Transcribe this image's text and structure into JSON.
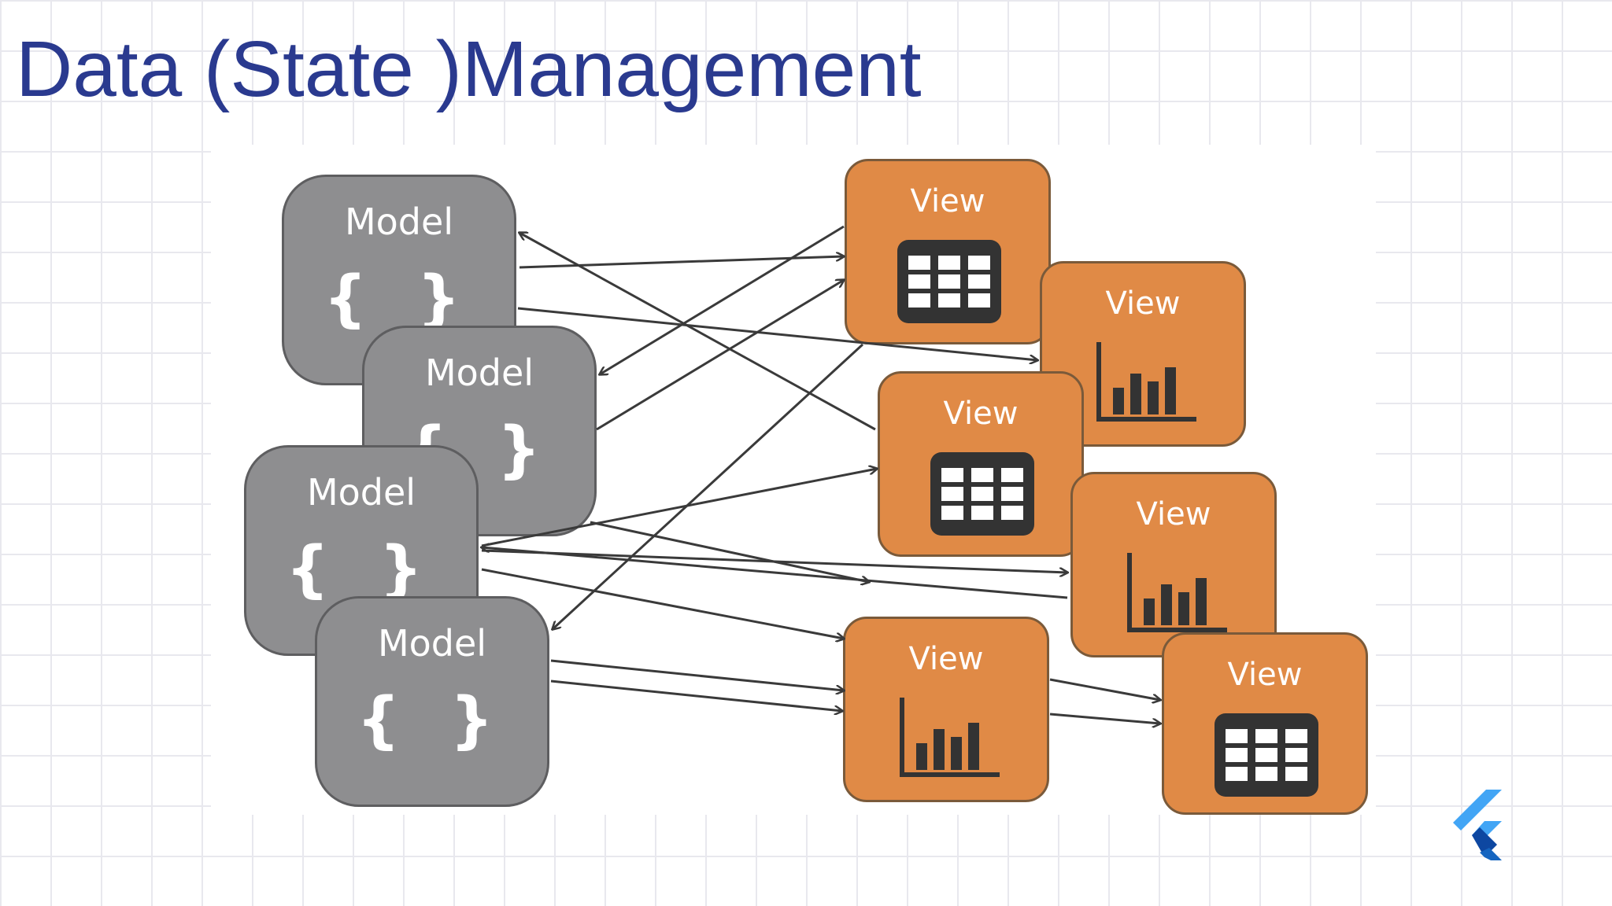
{
  "title": "Data (State )Management",
  "diagram": {
    "models": [
      {
        "label": "Model",
        "glyph": "{ }"
      },
      {
        "label": "Model",
        "glyph": "{ }"
      },
      {
        "label": "Model",
        "glyph": "{ }"
      },
      {
        "label": "Model",
        "glyph": "{ }"
      }
    ],
    "views": [
      {
        "label": "View",
        "icon": "table-icon"
      },
      {
        "label": "View",
        "icon": "bar-chart-icon"
      },
      {
        "label": "View",
        "icon": "table-icon"
      },
      {
        "label": "View",
        "icon": "bar-chart-icon"
      },
      {
        "label": "View",
        "icon": "bar-chart-icon"
      },
      {
        "label": "View",
        "icon": "table-icon"
      }
    ]
  },
  "logo": {
    "icon": "flutter-logo-icon"
  },
  "colors": {
    "title": "#2a3a8f",
    "model": "#8e8e90",
    "view": "#e08a46",
    "arrow": "#3a3a3a"
  }
}
